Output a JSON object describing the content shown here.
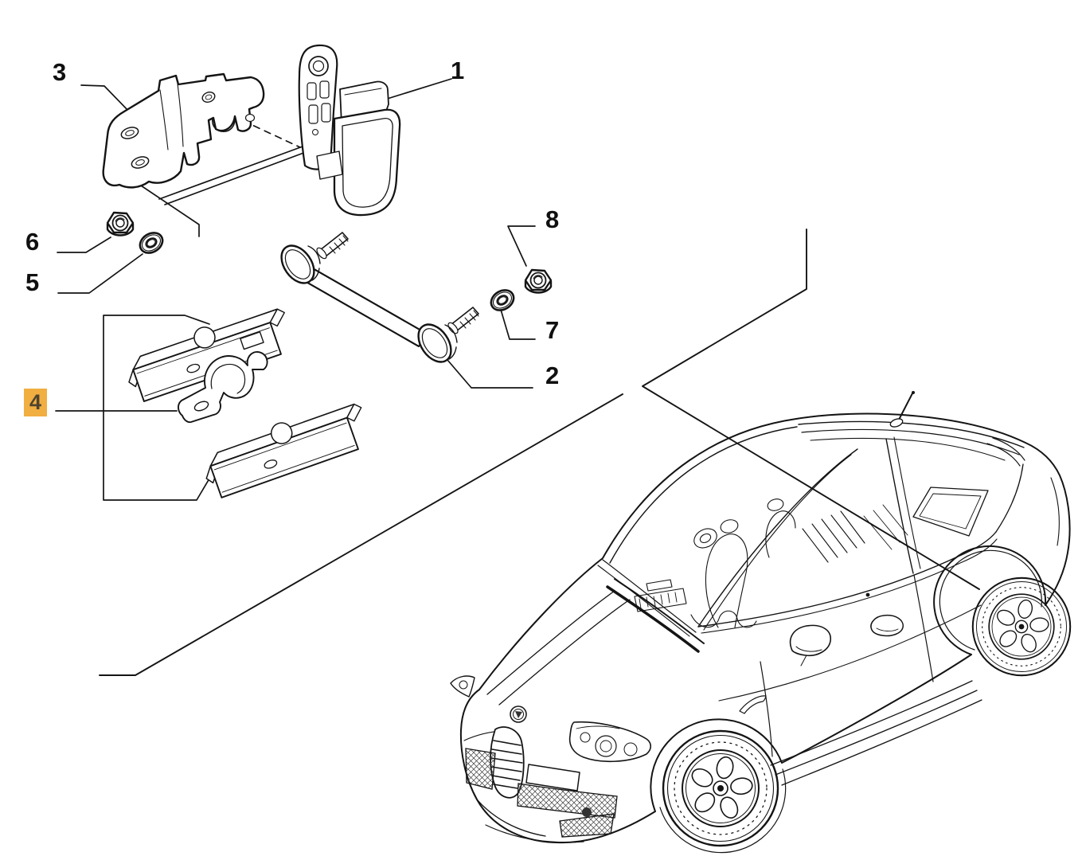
{
  "diagram_type": "exploded-parts-diagram",
  "colors": {
    "background": "#FFFFFF",
    "line": "#141414",
    "highlight_bg": "#F1AE41",
    "highlight_text": "#4F4430"
  },
  "callouts": [
    {
      "label": "1"
    },
    {
      "label": "2"
    },
    {
      "label": "3"
    },
    {
      "label": "4"
    },
    {
      "label": "5"
    },
    {
      "label": "6"
    },
    {
      "label": "7"
    },
    {
      "label": "8"
    }
  ]
}
